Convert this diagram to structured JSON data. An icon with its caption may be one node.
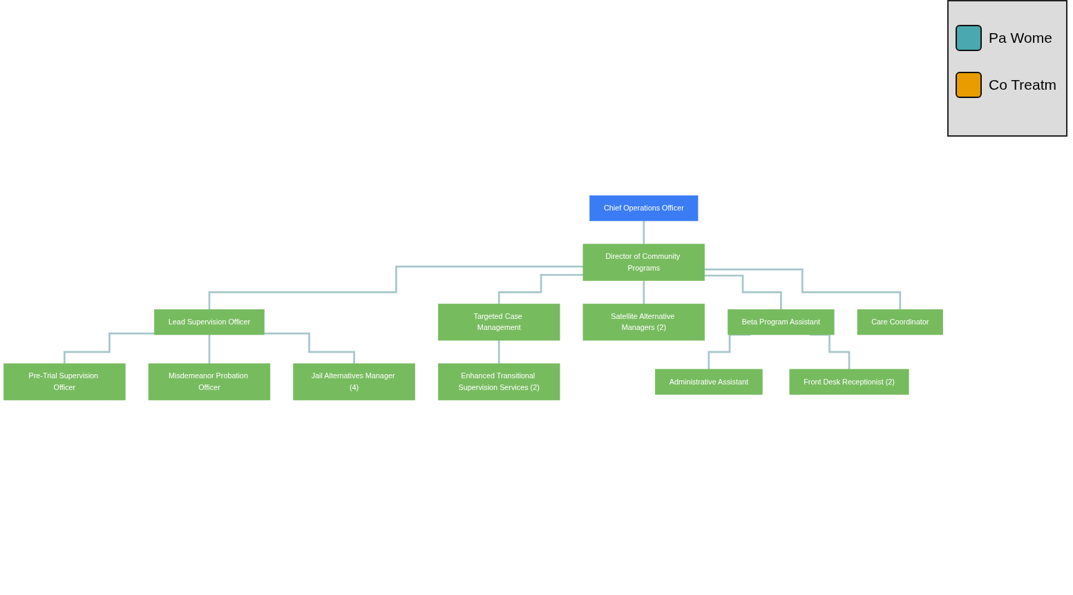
{
  "diagram": {
    "nodes": [
      {
        "text": [
          "Chief Operations Officer"
        ]
      },
      {
        "text": [
          "Director of Community Programs"
        ]
      },
      {
        "text": [
          "Lead Supervision Officer"
        ]
      },
      {
        "text": [
          "Targeted Case Management"
        ]
      },
      {
        "text": [
          "Satellite Alternative Managers (2)"
        ]
      },
      {
        "text": [
          "Beta Program Assistant"
        ]
      },
      {
        "text": [
          "Care Coordinator"
        ]
      },
      {
        "text": [
          "Pre-Trial Supervision Officer"
        ]
      },
      {
        "text": [
          "Misdemeanor Probation Officer"
        ]
      },
      {
        "text": [
          "Jail Alternatives Manager (4)"
        ]
      },
      {
        "text": [
          "Enhanced Transitional Supervision Services (2)"
        ]
      },
      {
        "text": [
          "Administrative Assistant"
        ]
      },
      {
        "text": [
          "Front Desk Receptionist (2)"
        ]
      }
    ],
    "edges": [
      {
        "from": 0,
        "to": 1,
        "arrow": "none"
      },
      {
        "from": 1,
        "to": 2,
        "arrow": "none"
      },
      {
        "from": 1,
        "to": 3,
        "arrow": "none"
      },
      {
        "from": 1,
        "to": 4,
        "arrow": "none"
      },
      {
        "from": 1,
        "to": 5,
        "arrow": "none"
      },
      {
        "from": 1,
        "to": 6,
        "arrow": "none"
      },
      {
        "from": 2,
        "to": 7,
        "arrow": "none"
      },
      {
        "from": 2,
        "to": 8,
        "arrow": "none"
      },
      {
        "from": 2,
        "to": 9,
        "arrow": "none"
      },
      {
        "from": 3,
        "to": 10,
        "arrow": "none"
      },
      {
        "from": 5,
        "to": 11,
        "arrow": "none"
      },
      {
        "from": 5,
        "to": 12,
        "arrow": "none"
      }
    ],
    "legend": [
      {
        "text": "Pa Wome",
        "color": "#4aa8b0"
      },
      {
        "text": "Co Treatm",
        "color": "#e89c00"
      }
    ]
  }
}
